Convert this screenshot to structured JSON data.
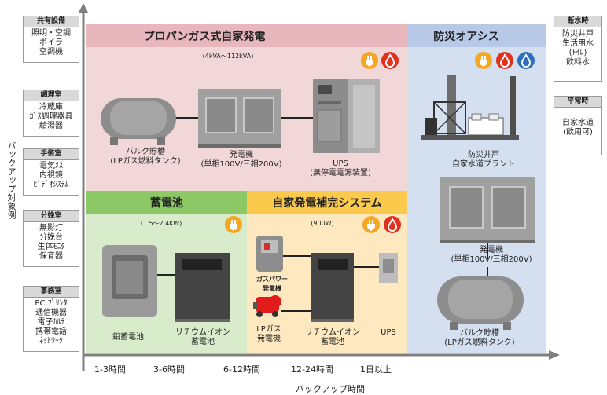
{
  "axes": {
    "y_label": "バックアップ対象例",
    "x_label": "バックアップ時間",
    "x_ticks": [
      "1-3時間",
      "3-6時間",
      "6-12時間",
      "12-24時間",
      "1日以上"
    ]
  },
  "categories": [
    {
      "header": "共有設備",
      "items": [
        "照明・空調",
        "ボイラ",
        "空調機"
      ]
    },
    {
      "header": "調理室",
      "items": [
        "冷蔵庫",
        "ｶﾞｽ調理器具",
        "給湯器"
      ]
    },
    {
      "header": "手術室",
      "items": [
        "電気ﾒｽ",
        "内視鏡",
        "ﾋﾞﾃﾞｵｼｽﾃﾑ"
      ]
    },
    {
      "header": "分娩室",
      "items": [
        "無影灯",
        "分娩台",
        "生体ﾓﾆﾀ",
        "保育器"
      ]
    },
    {
      "header": "事務室",
      "items": [
        "PC,ﾌﾟﾘﾝﾀ",
        "通信機器",
        "電子ｶﾙﾃ",
        "携帯電話",
        "ﾈｯﾄﾜｰｸ"
      ]
    }
  ],
  "right_boxes": [
    {
      "header": "断水時",
      "items": [
        "防災井戸",
        "生活用水",
        "(ﾄｲﾚ)",
        "飲料水"
      ]
    },
    {
      "header": "平常時",
      "items": [
        "自家水道",
        "(飲用可)"
      ]
    }
  ],
  "panels": {
    "propane": {
      "title": "プロパンガス式自家発電",
      "range": "(4kVA〜112kVA)",
      "tank_label_1": "バルク貯槽",
      "tank_label_2": "(LPガス燃料タンク)",
      "gen_label_1": "発電機",
      "gen_label_2": "(単相100V/三相200V)",
      "ups_label_1": "UPS",
      "ups_label_2": "(無停電電源装置)"
    },
    "oasis": {
      "title": "防災オアシス",
      "plant_label_1": "防災井戸",
      "plant_label_2": "自家水道プラント",
      "gen_label_1": "発電機",
      "gen_label_2": "(単相100V/三相200V)",
      "tank_label_1": "バルク貯槽",
      "tank_label_2": "(LPガス燃料タンク)"
    },
    "battery": {
      "title": "蓄電池",
      "range": "(1.5〜2.4KW)",
      "lead_label": "鉛蓄電池",
      "li_label_1": "リチウムイオン",
      "li_label_2": "蓄電池"
    },
    "supplement": {
      "title": "自家発電補完システム",
      "range": "(900W)",
      "gas_label_1": "ガスパワー",
      "gas_label_2": "発電機",
      "lp_label_1": "LPガス",
      "lp_label_2": "発電機",
      "li_label_1": "リチウムイオン",
      "li_label_2": "蓄電池",
      "ups_label": "UPS"
    }
  },
  "colors": {
    "propane_bg": "#f2d7d9",
    "propane_head": "#e8b7bd",
    "oasis_bg": "#d4dff0",
    "oasis_head": "#b7c9e6",
    "battery_bg": "#d8eccc",
    "battery_head": "#8cc866",
    "supplement_bg": "#fde8bf",
    "supplement_head": "#fbc94c"
  },
  "icons": [
    "plug-icon",
    "flame-icon",
    "water-drop-icon"
  ]
}
